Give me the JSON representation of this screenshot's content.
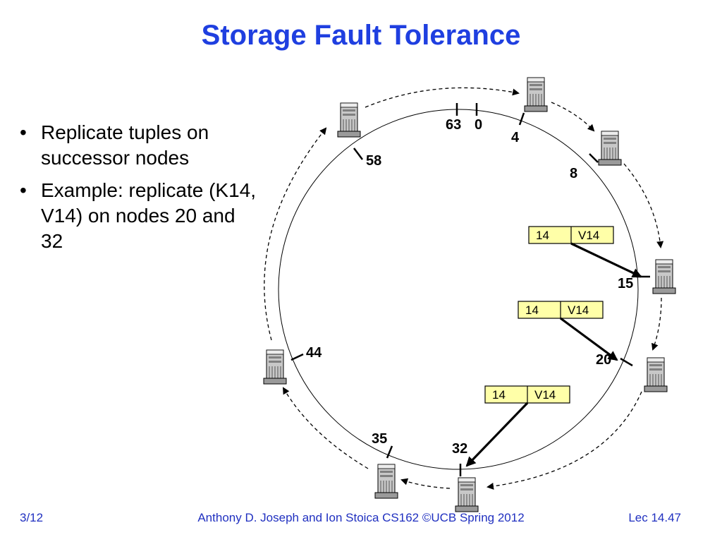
{
  "title": "Storage Fault Tolerance",
  "bullets": [
    "Replicate tuples on successor nodes",
    "Example: replicate (K14, V14) on nodes 20 and 32"
  ],
  "ring": {
    "node_ids": [
      "63",
      "0",
      "4",
      "8",
      "15",
      "20",
      "32",
      "35",
      "44",
      "58"
    ]
  },
  "tuples": [
    {
      "key": "14",
      "value": "V14",
      "stored_at": "15"
    },
    {
      "key": "14",
      "value": "V14",
      "stored_at": "20"
    },
    {
      "key": "14",
      "value": "V14",
      "stored_at": "32"
    }
  ],
  "colors": {
    "title": "#1f3fe0",
    "tuple_fill": "#ffffa8",
    "footer": "#2030c0"
  },
  "footer": {
    "left": "3/12",
    "center": "Anthony D. Joseph and Ion Stoica CS162 ©UCB Spring 2012",
    "right": "Lec 14.47"
  }
}
